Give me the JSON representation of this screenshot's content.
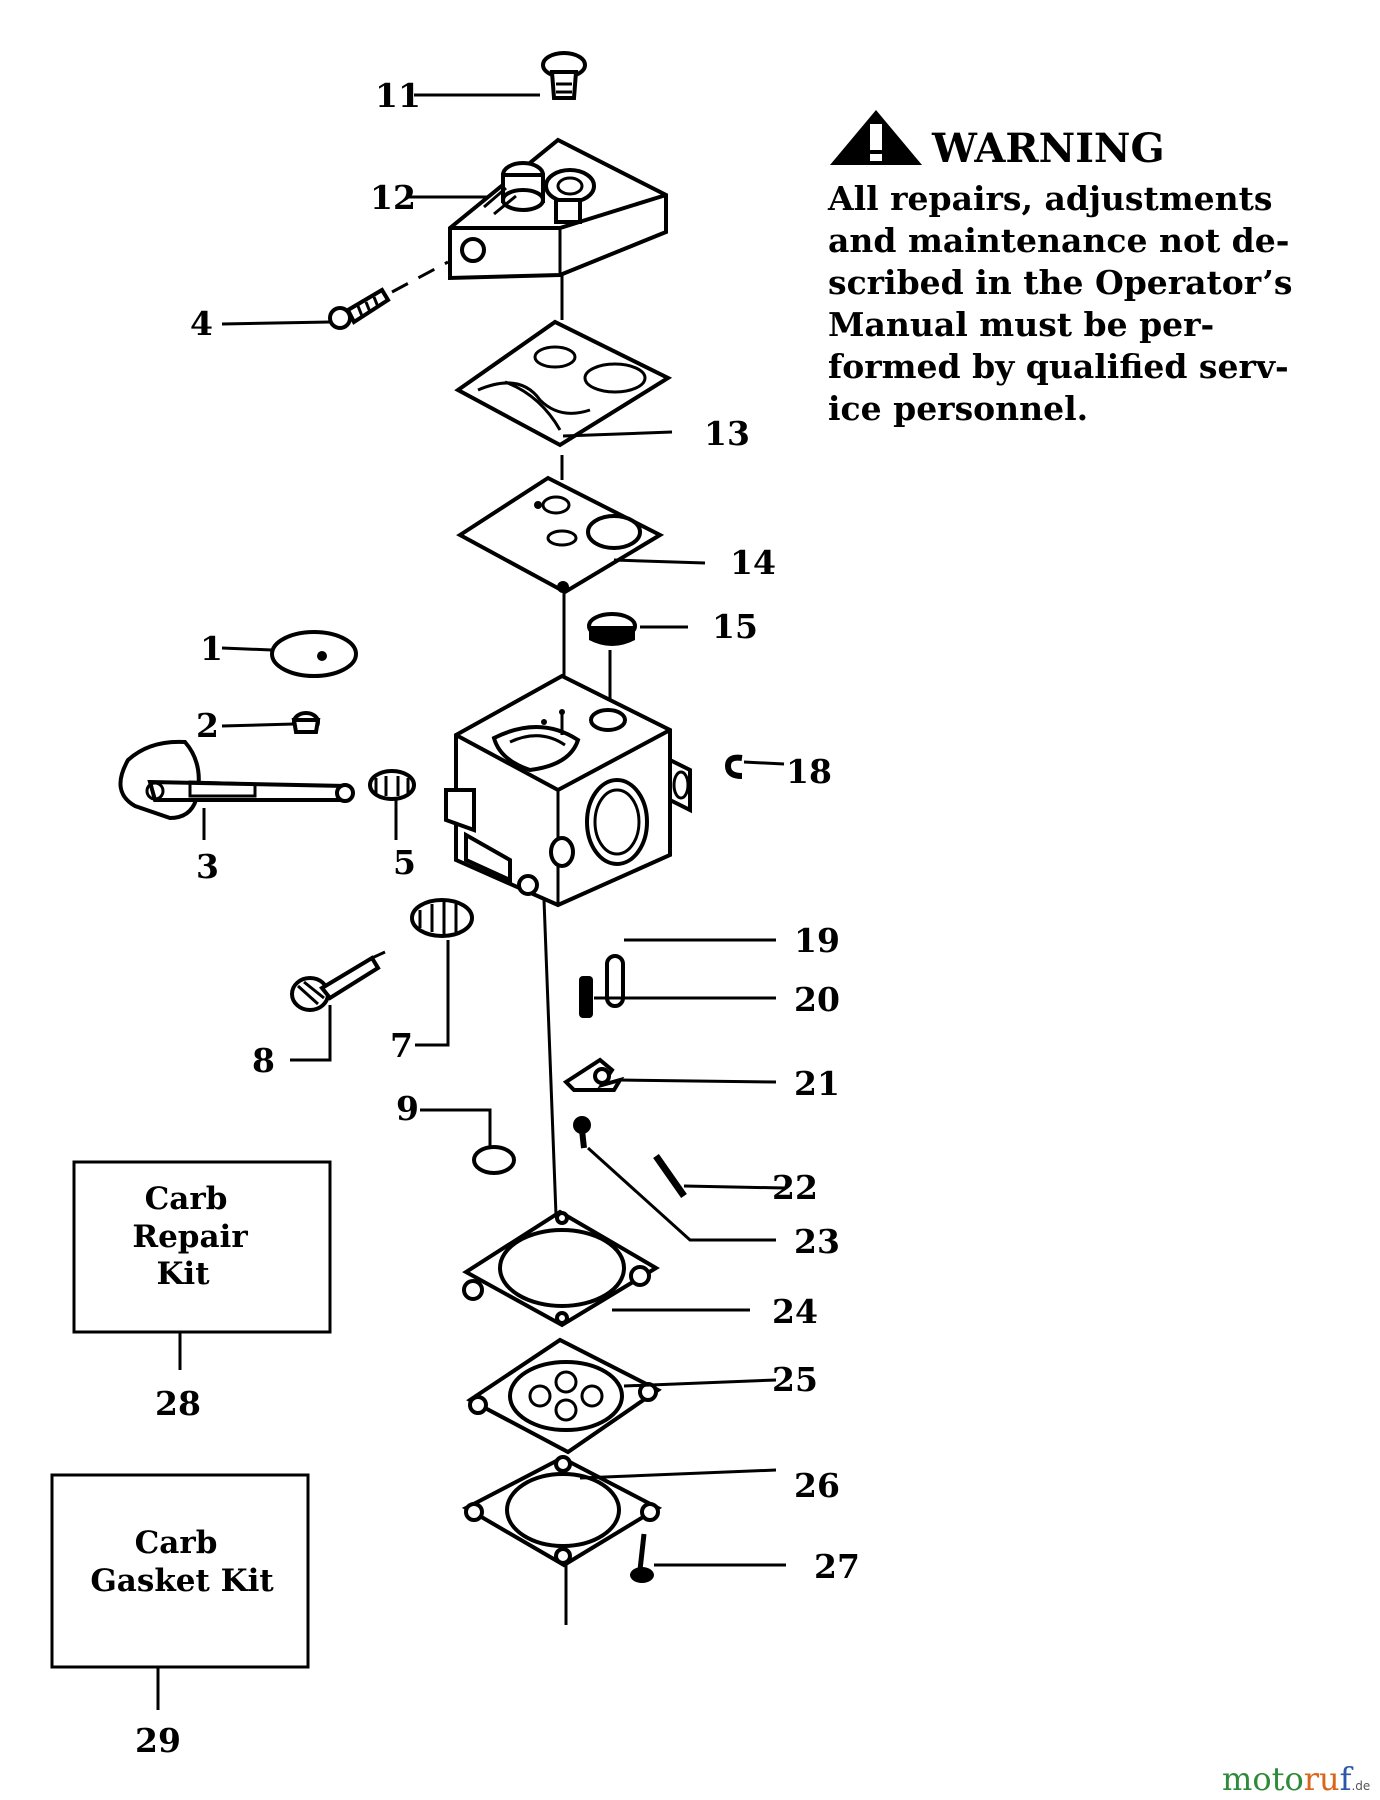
{
  "warning": {
    "title": "WARNING",
    "lines": [
      "All repairs, adjustments",
      "and maintenance not de-",
      "scribed in the Operator’s",
      "Manual must be per-",
      "formed by qualified serv-",
      "ice personnel."
    ]
  },
  "callouts": {
    "c1": "1",
    "c2": "2",
    "c3": "3",
    "c4": "4",
    "c5": "5",
    "c7": "7",
    "c8": "8",
    "c9": "9",
    "c11": "11",
    "c12": "12",
    "c13": "13",
    "c14": "14",
    "c15": "15",
    "c18": "18",
    "c19": "19",
    "c20": "20",
    "c21": "21",
    "c22": "22",
    "c23": "23",
    "c24": "24",
    "c25": "25",
    "c26": "26",
    "c27": "27",
    "c28": "28",
    "c29": "29"
  },
  "kits": {
    "repair": {
      "lines": [
        "Carb",
        "Repair",
        "Kit"
      ]
    },
    "gasket": {
      "lines": [
        "Carb",
        "Gasket Kit"
      ]
    }
  },
  "watermark": {
    "a": "moto",
    "b": "ru",
    "c": "f",
    "d": ".de"
  }
}
